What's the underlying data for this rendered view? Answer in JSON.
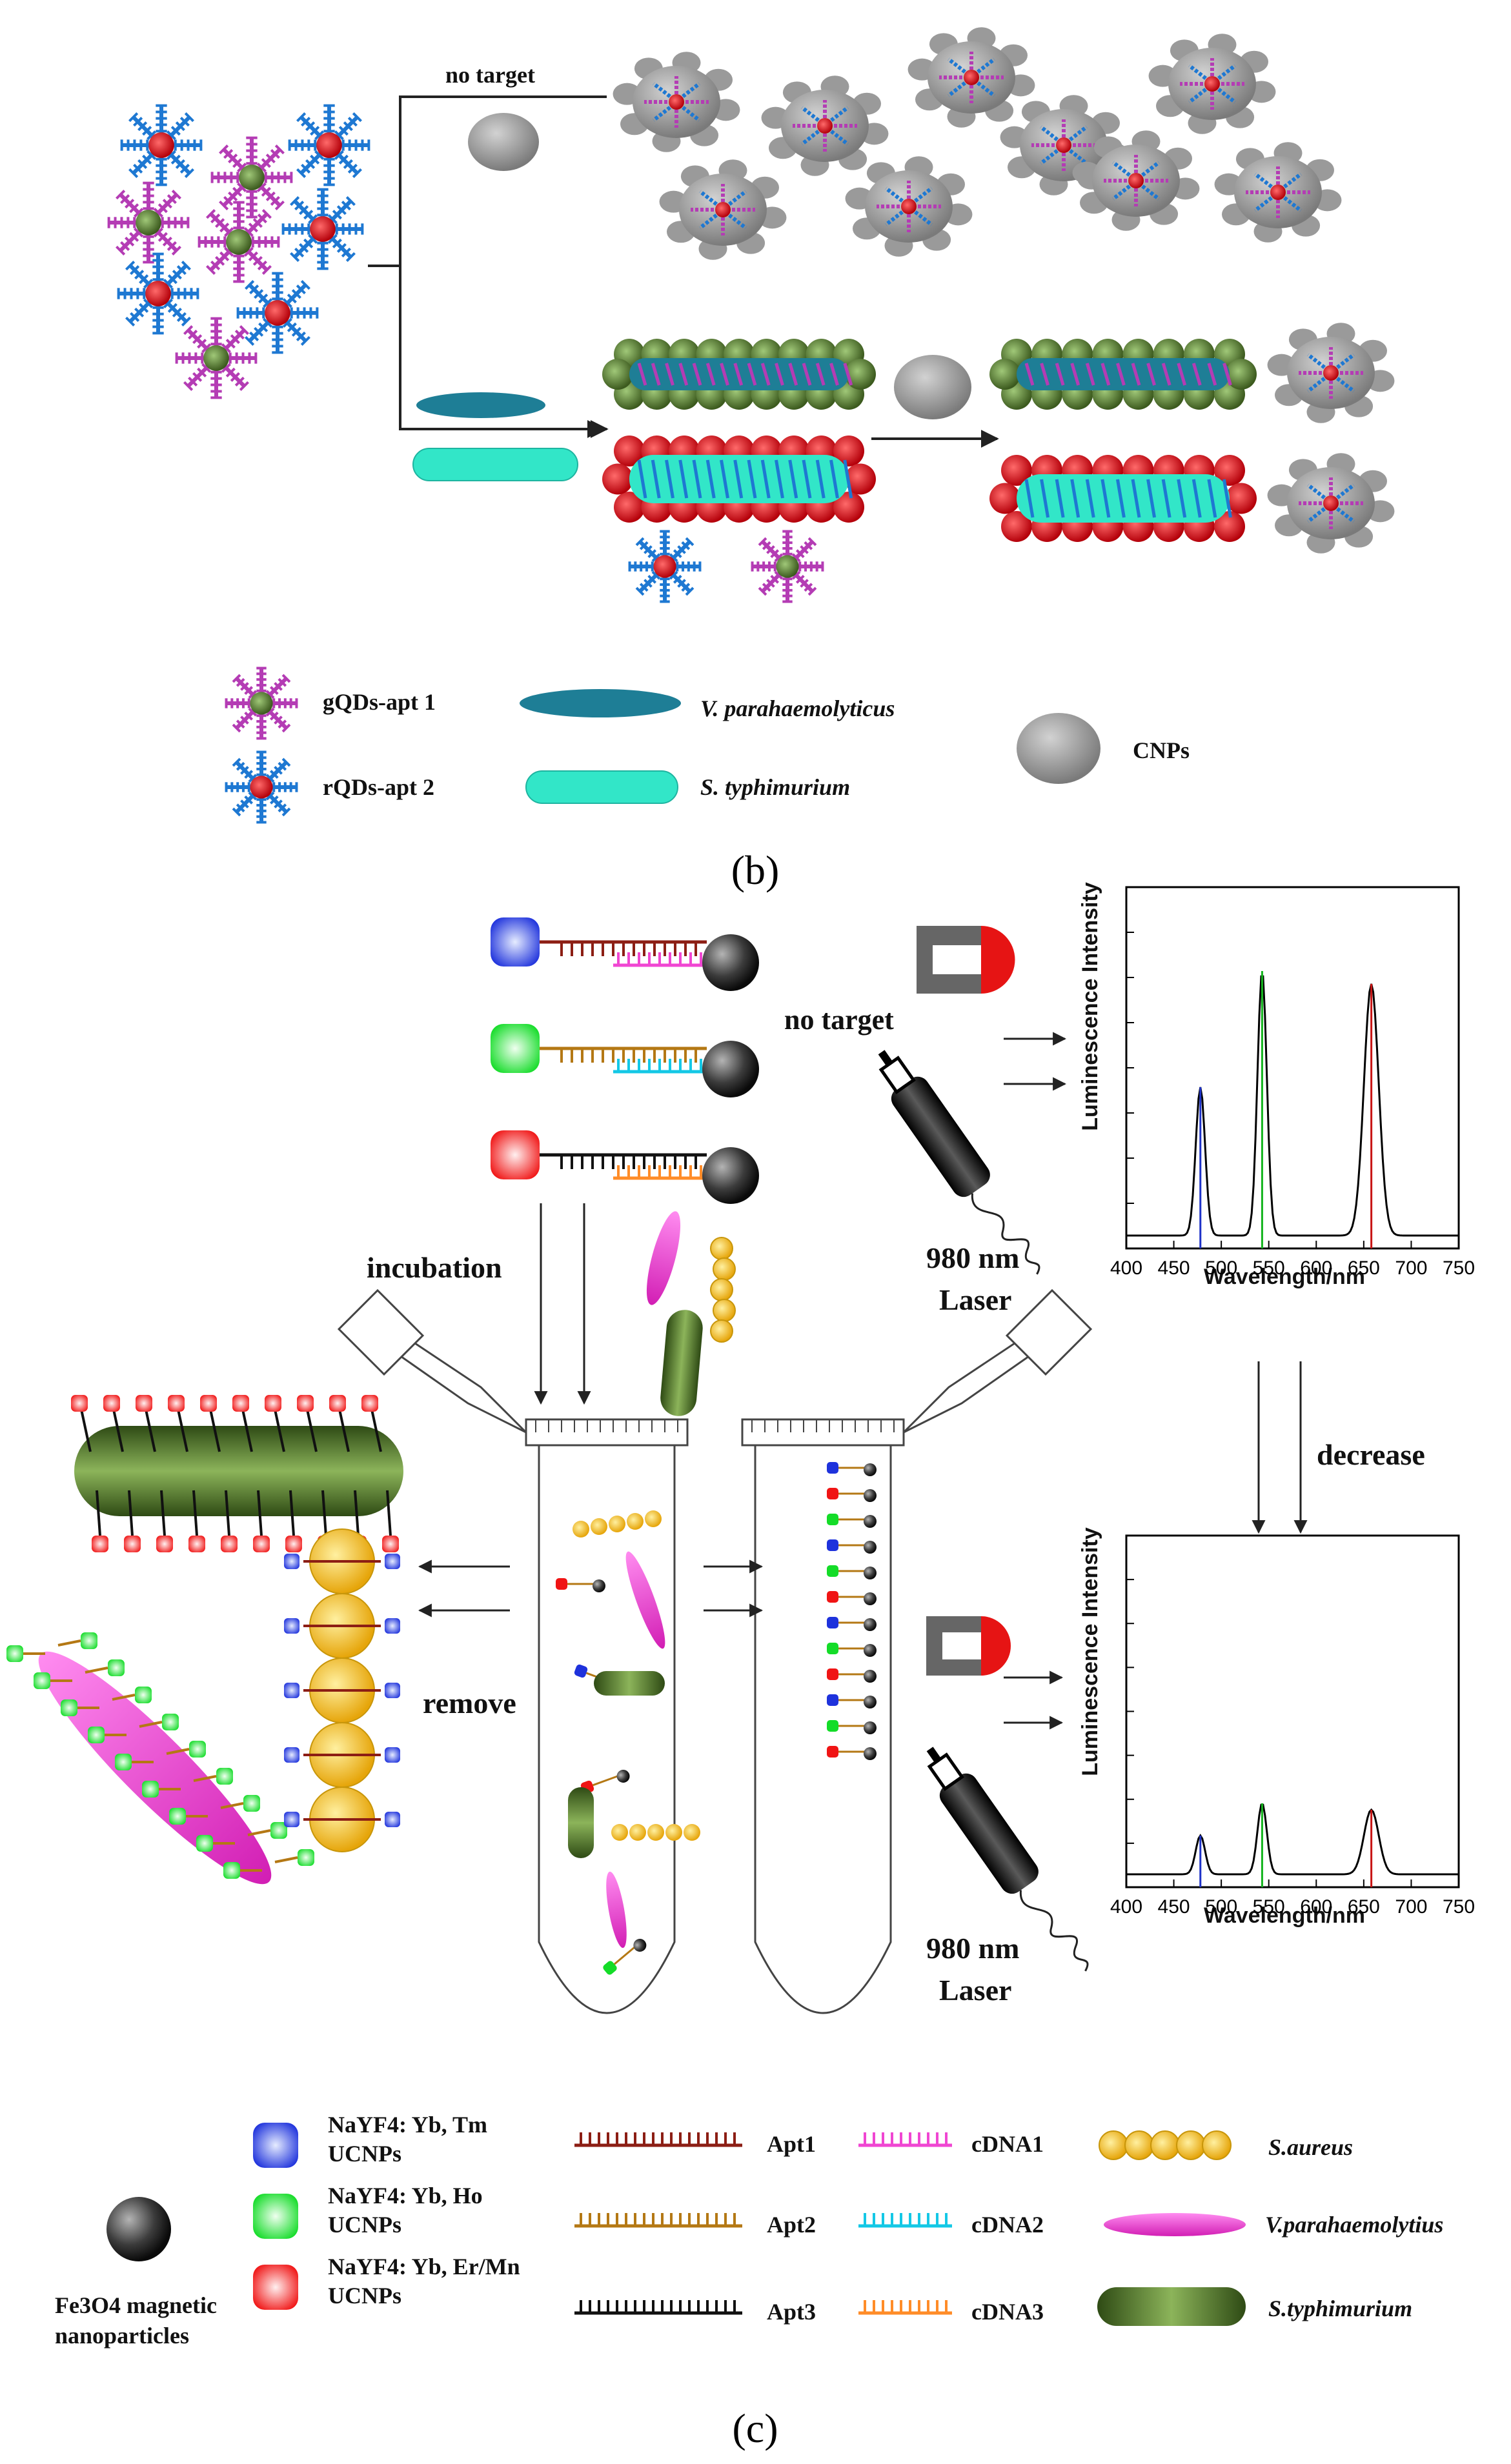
{
  "panel_b": {
    "no_target": "no target",
    "legend": {
      "gqds": "gQDs-apt 1",
      "rqds": "rQDs-apt 2",
      "vp": "V. parahaemolyticus",
      "st": "S. typhimurium",
      "cnps": "CNPs"
    },
    "label": "(b)"
  },
  "panel_c": {
    "no_target": "no target",
    "incubation": "incubation",
    "laser_top_1": "980 nm",
    "laser_top_2": "Laser",
    "laser_bot_1": "980 nm",
    "laser_bot_2": "Laser",
    "remove": "remove",
    "decrease": "decrease",
    "spectrum_top": {
      "ylabel": "Luminescence Intensity",
      "xlabel": "Wavelength/nm",
      "ticks": [
        "400",
        "450",
        "500",
        "550",
        "600",
        "650",
        "700",
        "750"
      ]
    },
    "spectrum_bottom": {
      "ylabel": "Luminescence Intensity",
      "xlabel": "Wavelength/nm",
      "ticks": [
        "400",
        "450",
        "500",
        "550",
        "600",
        "650",
        "700",
        "750"
      ]
    },
    "legend": {
      "tm_1": "NaYF4: Yb, Tm",
      "tm_2": "UCNPs",
      "ho_1": "NaYF4: Yb, Ho",
      "ho_2": "UCNPs",
      "er_1": "NaYF4: Yb, Er/Mn",
      "er_2": "UCNPs",
      "fe_1": "Fe3O4 magnetic",
      "fe_2": "nanoparticles",
      "apt1": "Apt1",
      "apt2": "Apt2",
      "apt3": "Apt3",
      "cdna1": "cDNA1",
      "cdna2": "cDNA2",
      "cdna3": "cDNA3",
      "sa": "S.aureus",
      "vp": "V.parahaemolytius",
      "st": "S.typhimurium"
    },
    "label": "(c)"
  },
  "colors": {
    "pink_strand": "#b43cb4",
    "blue_strand": "#1e78d2",
    "red_core": "#c8141e",
    "green_core": "#5a7832",
    "grey_cnp": "#9a9a9a",
    "teal": "#1e7e96",
    "cyan": "#32e6c8",
    "gold": "#f5be1e",
    "magenta": "#f046d2",
    "olive": "#4a6e28"
  }
}
